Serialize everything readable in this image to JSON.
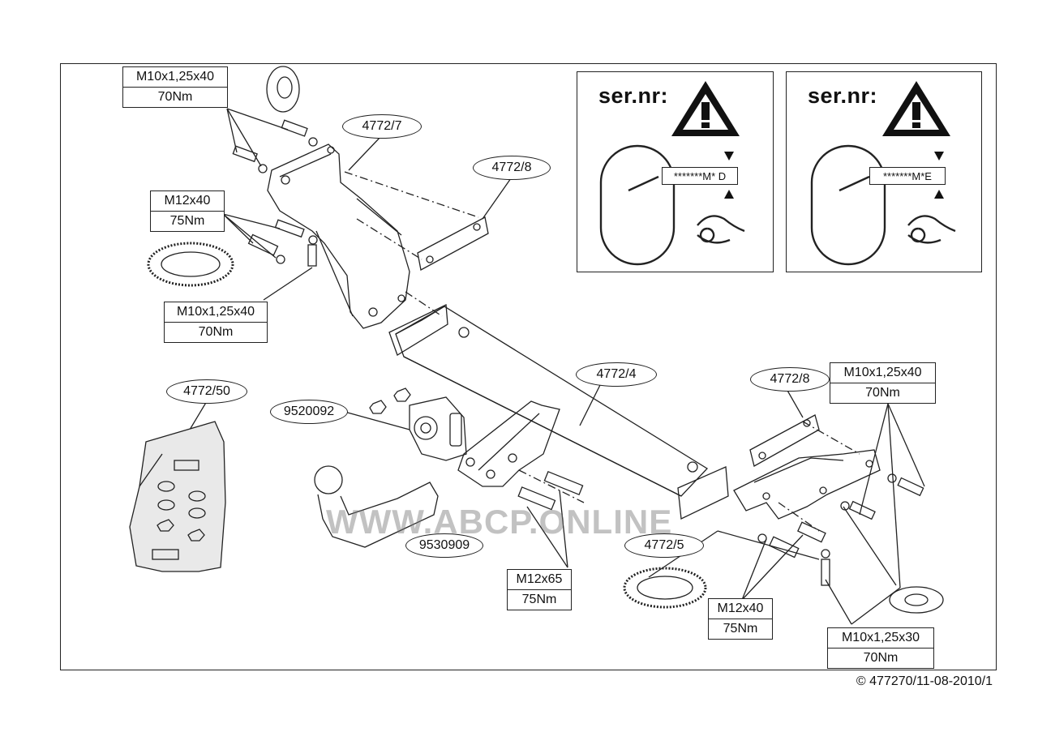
{
  "labels": {
    "bolt_top_left": {
      "spec": "M10x1,25x40",
      "torque": "70Nm"
    },
    "bolt_mid_left": {
      "spec": "M12x40",
      "torque": "75Nm"
    },
    "bolt_lower_left": {
      "spec": "M10x1,25x40",
      "torque": "70Nm"
    },
    "bolt_right_top": {
      "spec": "M10x1,25x40",
      "torque": "70Nm"
    },
    "bolt_center_bottom": {
      "spec": "M12x65",
      "torque": "75Nm"
    },
    "bolt_right_bottom": {
      "spec": "M12x40",
      "torque": "75Nm"
    },
    "bolt_far_right_bottom": {
      "spec": "M10x1,25x30",
      "torque": "70Nm"
    }
  },
  "parts": {
    "bracket_left": "4772/7",
    "plate_left": "4772/8",
    "crossbar": "4772/4",
    "plate_right": "4772/8",
    "bracket_right": "4772/5",
    "hardware_kit": "4772/50",
    "socket_plate": "9520092",
    "tow_ball": "9530909"
  },
  "panels": [
    {
      "title": "ser.nr:",
      "code": "*******M* D"
    },
    {
      "title": "ser.nr:",
      "code": "*******M*E"
    }
  ],
  "watermark": "WWW.ABCP.ONLINE",
  "copyright": "© 477270/11-08-2010/1"
}
